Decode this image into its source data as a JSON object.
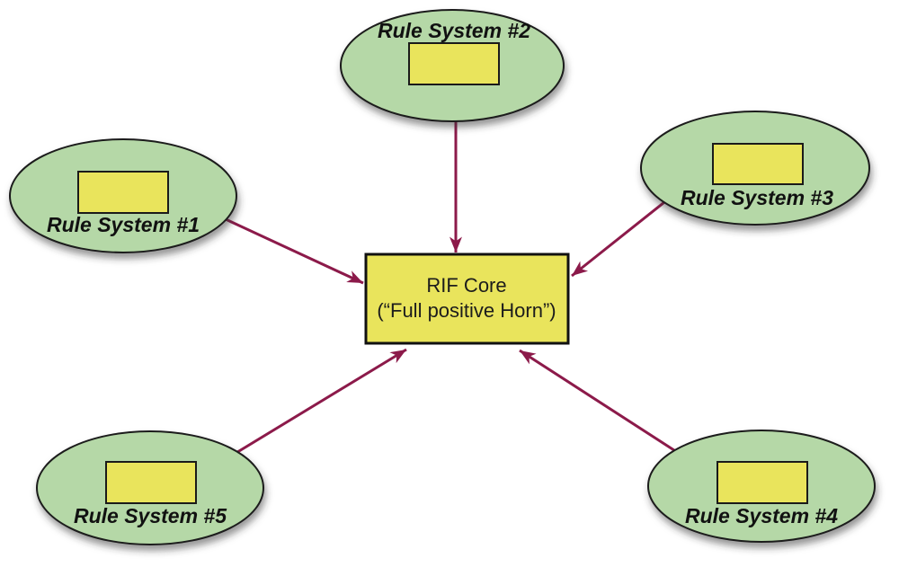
{
  "diagram": {
    "center_node": {
      "title": "RIF Core",
      "subtitle": "(“Full positive Horn”)"
    },
    "nodes": [
      {
        "label": "Rule System #1"
      },
      {
        "label": "Rule System #2"
      },
      {
        "label": "Rule System #3"
      },
      {
        "label": "Rule System #4"
      },
      {
        "label": "Rule System #5"
      }
    ],
    "connections": [
      {
        "from": "Rule System #1",
        "to": "RIF Core",
        "bidirectional": true
      },
      {
        "from": "Rule System #2",
        "to": "RIF Core",
        "bidirectional": true
      },
      {
        "from": "Rule System #3",
        "to": "RIF Core",
        "bidirectional": true
      },
      {
        "from": "Rule System #4",
        "to": "RIF Core",
        "bidirectional": true
      },
      {
        "from": "Rule System #5",
        "to": "RIF Core",
        "bidirectional": true
      }
    ],
    "colors": {
      "ellipse_fill": "#b5d8a7",
      "node_fill": "#e9e45c",
      "arrow": "#8c1a4a",
      "outline": "#1a1a1a",
      "background": "#ffffff"
    }
  }
}
